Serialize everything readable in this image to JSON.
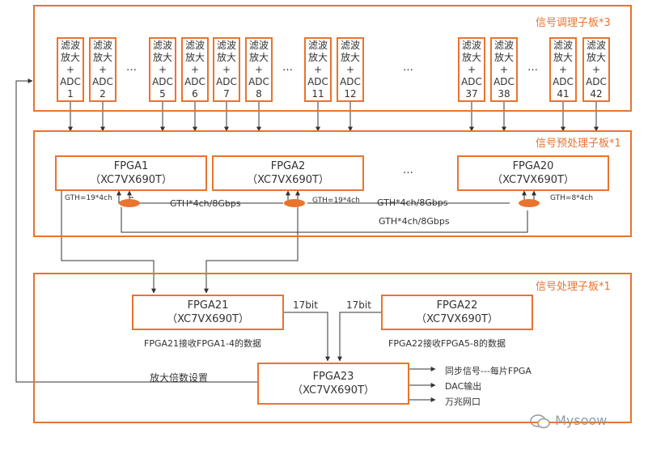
{
  "panels": {
    "adc_board": "信号调理子板*3",
    "pre_board": "信号预处理子板*1",
    "proc_board": "信号处理子板*1"
  },
  "adc_cards": [
    {
      "line1": "滤波",
      "line2": "放大",
      "plus": "+",
      "line3": "ADC",
      "num": "1"
    },
    {
      "line1": "滤波",
      "line2": "放大",
      "plus": "+",
      "line3": "ADC",
      "num": "2"
    },
    {
      "line1": "滤波",
      "line2": "放大",
      "plus": "+",
      "line3": "ADC",
      "num": "5"
    },
    {
      "line1": "滤波",
      "line2": "放大",
      "plus": "+",
      "line3": "ADC",
      "num": "6"
    },
    {
      "line1": "滤波",
      "line2": "放大",
      "plus": "+",
      "line3": "ADC",
      "num": "7"
    },
    {
      "line1": "滤波",
      "line2": "放大",
      "plus": "+",
      "line3": "ADC",
      "num": "8"
    },
    {
      "line1": "滤波",
      "line2": "放大",
      "plus": "+",
      "line3": "ADC",
      "num": "11"
    },
    {
      "line1": "滤波",
      "line2": "放大",
      "plus": "+",
      "line3": "ADC",
      "num": "12"
    },
    {
      "line1": "滤波",
      "line2": "放大",
      "plus": "+",
      "line3": "ADC",
      "num": "37"
    },
    {
      "line1": "滤波",
      "line2": "放大",
      "plus": "+",
      "line3": "ADC",
      "num": "38"
    },
    {
      "line1": "滤波",
      "line2": "放大",
      "plus": "+",
      "line3": "ADC",
      "num": "41"
    },
    {
      "line1": "滤波",
      "line2": "放大",
      "plus": "+",
      "line3": "ADC",
      "num": "42"
    }
  ],
  "ellipsis": "…",
  "fpgas": {
    "fpga1": {
      "name": "FPGA1",
      "model": "（XC7VX690T）"
    },
    "fpga2": {
      "name": "FPGA2",
      "model": "（XC7VX690T）"
    },
    "fpga20": {
      "name": "FPGA20",
      "model": "（XC7VX690T）"
    },
    "fpga21": {
      "name": "FPGA21",
      "model": "（XC7VX690T）"
    },
    "fpga22": {
      "name": "FPGA22",
      "model": "（XC7VX690T）"
    },
    "fpga23": {
      "name": "FPGA23",
      "model": "（XC7VX690T）"
    }
  },
  "labels": {
    "gth1": "GTH=19*4ch",
    "gth2": "GTH=19*4ch",
    "gth20": "GTH=8*4ch",
    "link_a": "GTH*4ch/8Gbps",
    "link_b": "GTH*4ch/8Gbps",
    "link_c": "GTH*4ch/8Gbps",
    "bus_left": "17bit",
    "bus_right": "17bit",
    "fpga21_note": "FPGA21接收FPGA1-4的数据",
    "fpga22_note": "FPGA22接收FPGA5-8的数据",
    "gain_setting": "放大倍数设置",
    "out_sync": "同步信号---每片FPGA",
    "out_dac": "DAC输出",
    "out_eth": "万兆网口"
  },
  "watermark": "Mysoow",
  "colors": {
    "accent": "#e8742f",
    "line": "#333333",
    "ellipse": "#e8742f"
  }
}
